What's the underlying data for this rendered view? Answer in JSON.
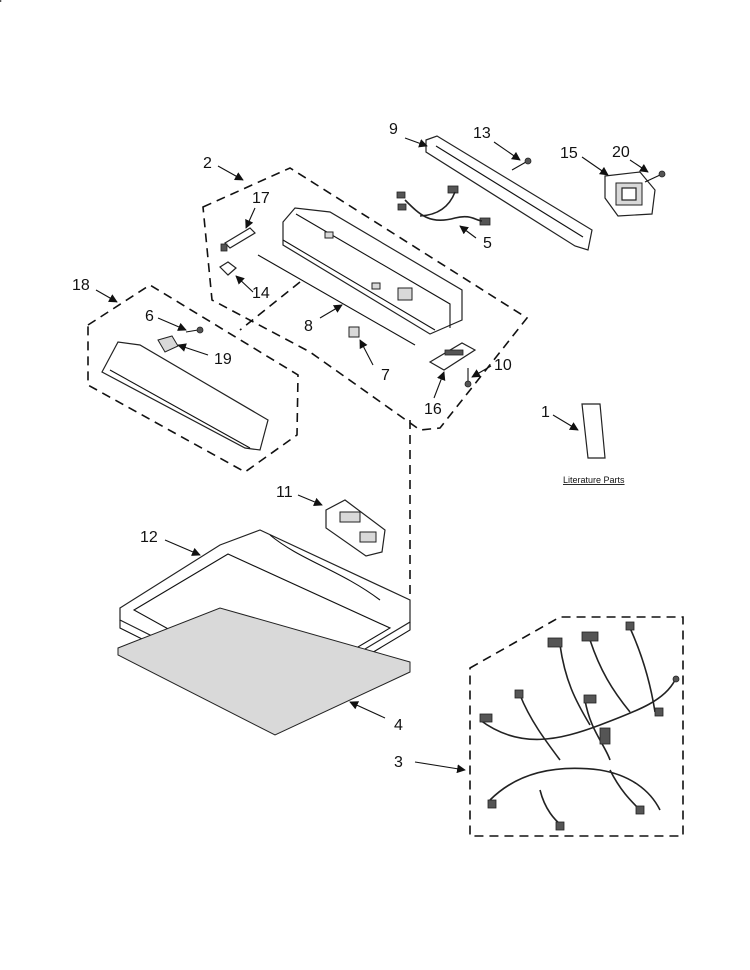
{
  "callouts": {
    "c1": "1",
    "c2": "2",
    "c3": "3",
    "c4": "4",
    "c5": "5",
    "c6": "6",
    "c7": "7",
    "c8": "8",
    "c9": "9",
    "c10": "10",
    "c11": "11",
    "c12": "12",
    "c13": "13",
    "c14": "14",
    "c15": "15",
    "c16": "16",
    "c17": "17",
    "c18": "18",
    "c19": "19",
    "c20": "20"
  },
  "literature_label": "Literature Parts"
}
